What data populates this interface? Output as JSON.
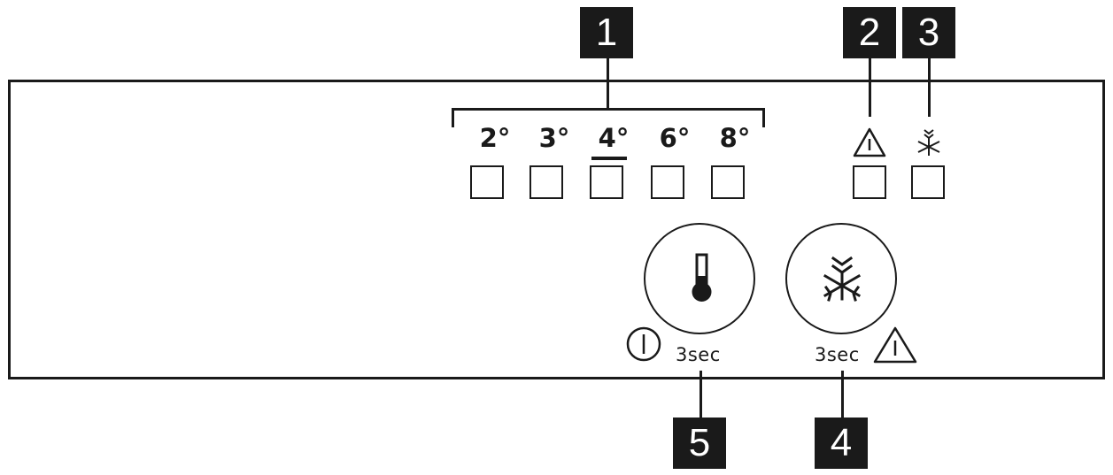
{
  "callouts": {
    "c1": "1",
    "c2": "2",
    "c3": "3",
    "c4": "4",
    "c5": "5"
  },
  "temperatures": [
    "2°",
    "3°",
    "4°",
    "6°",
    "8°"
  ],
  "selected_temperature": "4°",
  "buttons": {
    "temperature": {
      "icon": "thermometer-icon",
      "hint": "3sec",
      "hint_icon": "power-icon"
    },
    "fast_freeze": {
      "icon": "snowflake-icon",
      "hint": "3sec",
      "hint_icon": "warning-icon"
    }
  },
  "indicators": {
    "alarm_icon": "warning-icon",
    "fast_freeze_icon": "snowflake-icon"
  },
  "colors": {
    "ink": "#1a1a1a",
    "background": "#ffffff"
  }
}
